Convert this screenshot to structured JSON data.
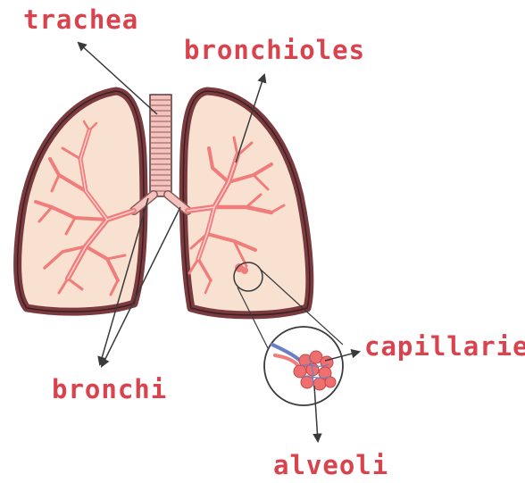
{
  "labels": {
    "trachea": "trachea",
    "bronchioles": "bronchioles",
    "bronchi": "bronchi",
    "capillaries": "capillaries",
    "alveoli": "alveoli"
  },
  "colors": {
    "label_text": "#d9434e",
    "lung_outline": "#7a3a3e",
    "lung_fill": "#f8e1d0",
    "airway": "#f07c7c",
    "airway_light": "#ffb3b3",
    "pointer": "#3a3a3a",
    "vein": "#6a7fc4"
  }
}
